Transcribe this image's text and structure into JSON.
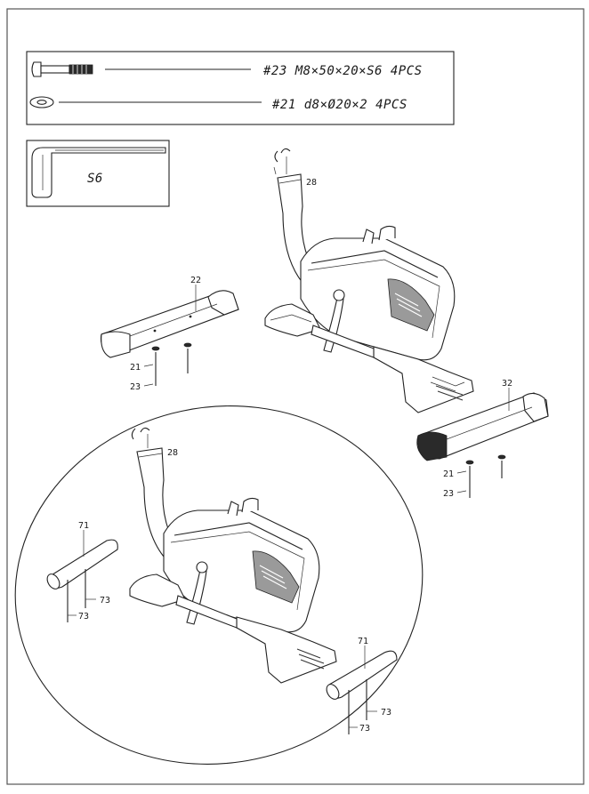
{
  "hardware": {
    "bolt_text": "#23  M8×50×20×S6  4PCS",
    "washer_text": "#21  d8×Ø20×2  4PCS"
  },
  "tool": {
    "label": "S6"
  },
  "labels": {
    "front_post": "28",
    "front_stabilizer": "22",
    "rear_stabilizer": "32",
    "washer": "21",
    "bolt": "23",
    "assembled_post": "28",
    "tube_left": "71",
    "tube_right": "71",
    "screw": "73"
  }
}
